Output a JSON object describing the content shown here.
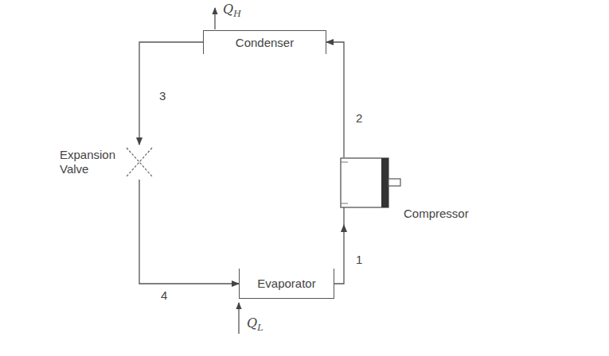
{
  "diagram": {
    "nodes": [
      {
        "text": [
          "Condenser"
        ]
      },
      {
        "text": [
          "Expansion Valve"
        ]
      },
      {
        "text": [
          "Evaporator"
        ]
      },
      {
        "text": [
          "Compressor"
        ]
      }
    ],
    "edges": [
      {
        "from": 0,
        "to": 1,
        "label": "3",
        "arrow": "to"
      },
      {
        "from": 1,
        "to": 2,
        "label": "4",
        "arrow": "to"
      },
      {
        "from": 2,
        "to": 3,
        "label": "1",
        "arrow": "to"
      },
      {
        "from": 3,
        "to": 0,
        "label": "2",
        "arrow": "to"
      }
    ],
    "labels": [
      "QH",
      "QL"
    ]
  }
}
